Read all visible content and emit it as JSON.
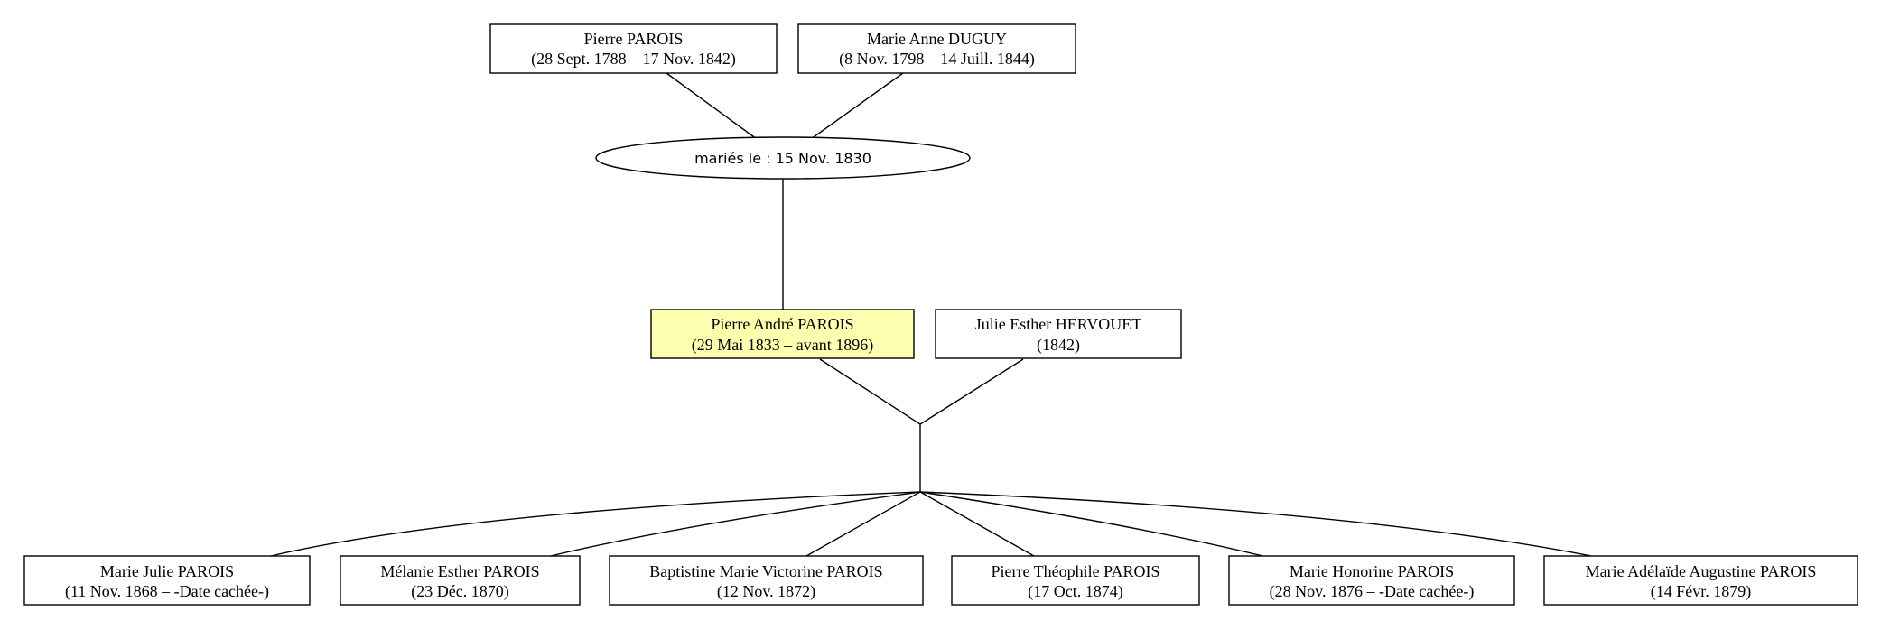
{
  "colors": {
    "highlight": "#ffffb0",
    "box": "#ffffff",
    "line": "#000000"
  },
  "grandparents": {
    "father": {
      "name": "Pierre PAROIS",
      "dates": "(28 Sept. 1788 – 17 Nov. 1842)"
    },
    "mother": {
      "name": "Marie Anne DUGUY",
      "dates": "(8 Nov. 1798 – 14 Juill. 1844)"
    },
    "marriage": "mariés le : 15 Nov. 1830"
  },
  "couple": {
    "husband": {
      "name": "Pierre André PAROIS",
      "dates": "(29 Mai 1833 – avant 1896)"
    },
    "wife": {
      "name": "Julie Esther HERVOUET",
      "dates": "(1842)"
    }
  },
  "children": [
    {
      "name": "Marie Julie PAROIS",
      "dates": "(11 Nov. 1868 – -Date cachée-)"
    },
    {
      "name": "Mélanie Esther PAROIS",
      "dates": "(23 Déc. 1870)"
    },
    {
      "name": "Baptistine Marie Victorine PAROIS",
      "dates": "(12 Nov. 1872)"
    },
    {
      "name": "Pierre Théophile PAROIS",
      "dates": "(17 Oct. 1874)"
    },
    {
      "name": "Marie Honorine PAROIS",
      "dates": "(28 Nov. 1876 – -Date cachée-)"
    },
    {
      "name": "Marie Adélaïde Augustine PAROIS",
      "dates": "(14 Févr. 1879)"
    }
  ]
}
